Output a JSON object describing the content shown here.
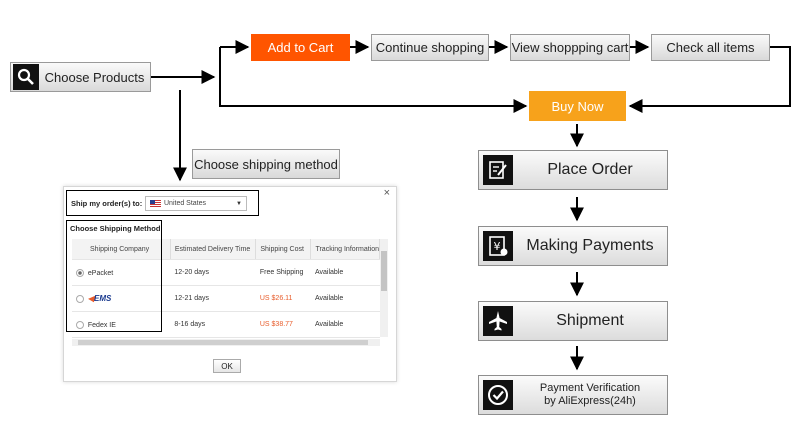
{
  "flow": {
    "choose_products": "Choose Products",
    "add_to_cart": "Add to Cart",
    "continue_shopping": "Continue shopping",
    "view_cart": "View shoppping cart",
    "check_all": "Check all items",
    "buy_now": "Buy Now",
    "choose_shipping": "Choose shipping method"
  },
  "steps": [
    {
      "label": "Place Order",
      "icon": "edit-icon"
    },
    {
      "label": "Making Payments",
      "icon": "yuan-payment-icon"
    },
    {
      "label": "Shipment",
      "icon": "airplane-icon"
    },
    {
      "label": "Payment Verification\nby AliExpress(24h)",
      "icon": "checkmark-circle-icon"
    }
  ],
  "dialog": {
    "ship_to_label": "Ship my order(s) to:",
    "country": "United States",
    "method_title": "Choose Shipping Method",
    "close": "×",
    "columns": [
      "Shipping Company",
      "Estimated Delivery Time",
      "Shipping Cost",
      "Tracking Information"
    ],
    "rows": [
      {
        "company": "ePacket",
        "time": "12-20 days",
        "cost": "Free Shipping",
        "tracking": "Available",
        "selected": true
      },
      {
        "company": "EMS",
        "time": "12-21 days",
        "cost": "US $26.11",
        "tracking": "Available",
        "selected": false
      },
      {
        "company": "Fedex IE",
        "time": "8-16 days",
        "cost": "US $38.77",
        "tracking": "Available",
        "selected": false
      }
    ],
    "ok": "OK"
  },
  "colors": {
    "add_to_cart": "#ff5500",
    "buy_now": "#f7a21b",
    "price_red": "#e85c2b",
    "icon_bg": "#111111"
  }
}
